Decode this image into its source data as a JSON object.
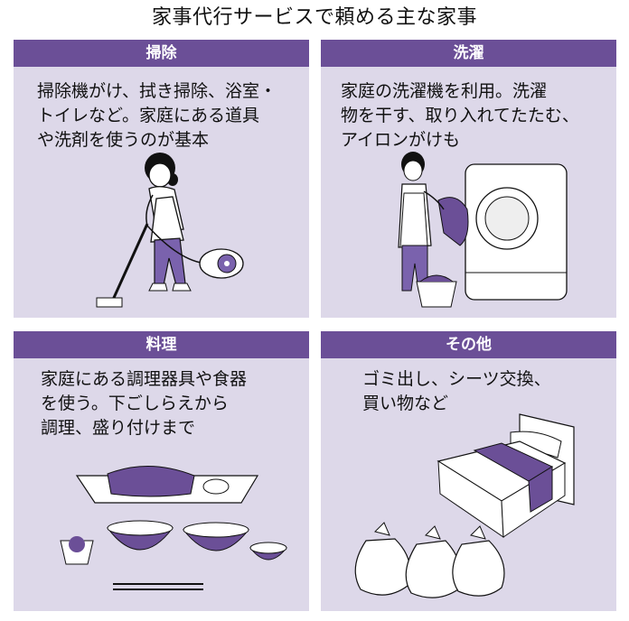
{
  "title": "家事代行サービスで頼める主な家事",
  "colors": {
    "header": "#6b4f97",
    "panel": "#ddd8e9",
    "accent": "#7a62ad"
  },
  "panels": [
    {
      "title": "掃除",
      "text": "掃除機がけ、拭き掃除、浴室・\nトイレなど。家庭にある道具\nや洗剤を使うのが基本",
      "illustration": "person-vacuuming-icon"
    },
    {
      "title": "洗濯",
      "text": "家庭の洗濯機を利用。洗濯\n物を干す、取り入れてたたむ、\nアイロンがけも",
      "illustration": "person-washing-machine-icon"
    },
    {
      "title": "料理",
      "text": "家庭にある調理器具や食器\nを使う。下ごしらえから\n調理、盛り付けまで",
      "illustration": "meal-dishes-icon"
    },
    {
      "title": "その他",
      "text": "ゴミ出し、シーツ交換、\n買い物など",
      "illustration": "bed-and-trash-bags-icon"
    }
  ]
}
